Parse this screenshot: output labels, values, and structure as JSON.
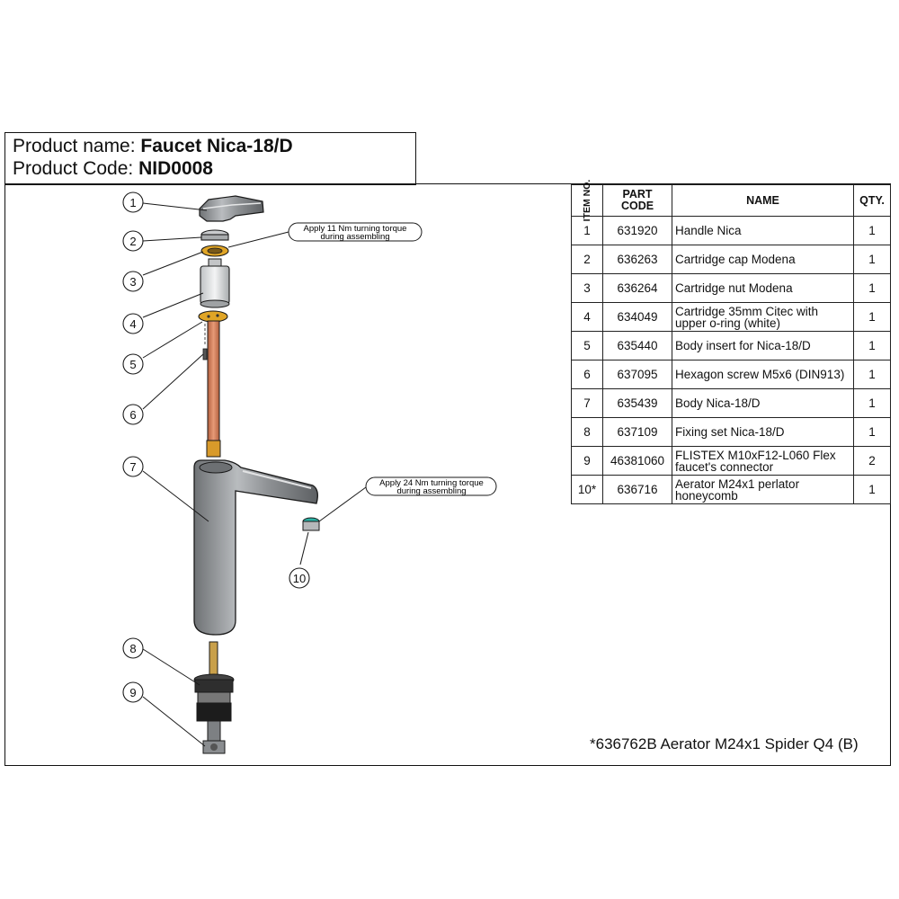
{
  "product": {
    "name_label": "Product name:",
    "name_value": "Faucet Nica-18/D",
    "code_label": "Product Code:",
    "code_value": "NID0008"
  },
  "table": {
    "headers": {
      "item": "ITEM NO.",
      "code": "PART CODE",
      "name": "NAME",
      "qty": "QTY."
    },
    "rows": [
      {
        "item": "1",
        "code": "631920",
        "name": "Handle Nica",
        "qty": "1"
      },
      {
        "item": "2",
        "code": "636263",
        "name": "Cartridge cap Modena",
        "qty": "1"
      },
      {
        "item": "3",
        "code": "636264",
        "name": "Cartridge nut Modena",
        "qty": "1"
      },
      {
        "item": "4",
        "code": "634049",
        "name": "Cartridge 35mm Citec with upper o-ring (white)",
        "qty": "1"
      },
      {
        "item": "5",
        "code": "635440",
        "name": "Body insert for Nica-18/D",
        "qty": "1"
      },
      {
        "item": "6",
        "code": "637095",
        "name": "Hexagon screw M5x6 (DIN913)",
        "qty": "1"
      },
      {
        "item": "7",
        "code": "635439",
        "name": "Body Nica-18/D",
        "qty": "1"
      },
      {
        "item": "8",
        "code": "637109",
        "name": "Fixing set Nica-18/D",
        "qty": "1"
      },
      {
        "item": "9",
        "code": "46381060",
        "name": "FLISTEX M10xF12-L060 Flex faucet's connector",
        "qty": "2"
      },
      {
        "item": "10*",
        "code": "636716",
        "name": "Aerator M24x1 perlator honeycomb",
        "qty": "1"
      }
    ]
  },
  "footnote": "*636762B Aerator M24x1 Spider Q4 (B)",
  "notes": {
    "torque_cartridge": [
      "Apply 11 Nm turning torque",
      "during assembling"
    ],
    "torque_aerator": [
      "Apply 24 Nm turning torque",
      "during assembling"
    ]
  },
  "callouts": [
    "1",
    "2",
    "3",
    "4",
    "5",
    "6",
    "7",
    "8",
    "9",
    "10"
  ],
  "colors": {
    "chrome": "#8c8f92",
    "chrome_light": "#d4d6d8",
    "brass": "#e0a526",
    "copper_pipe": "#d4805a",
    "outline": "#1a1a1a"
  }
}
